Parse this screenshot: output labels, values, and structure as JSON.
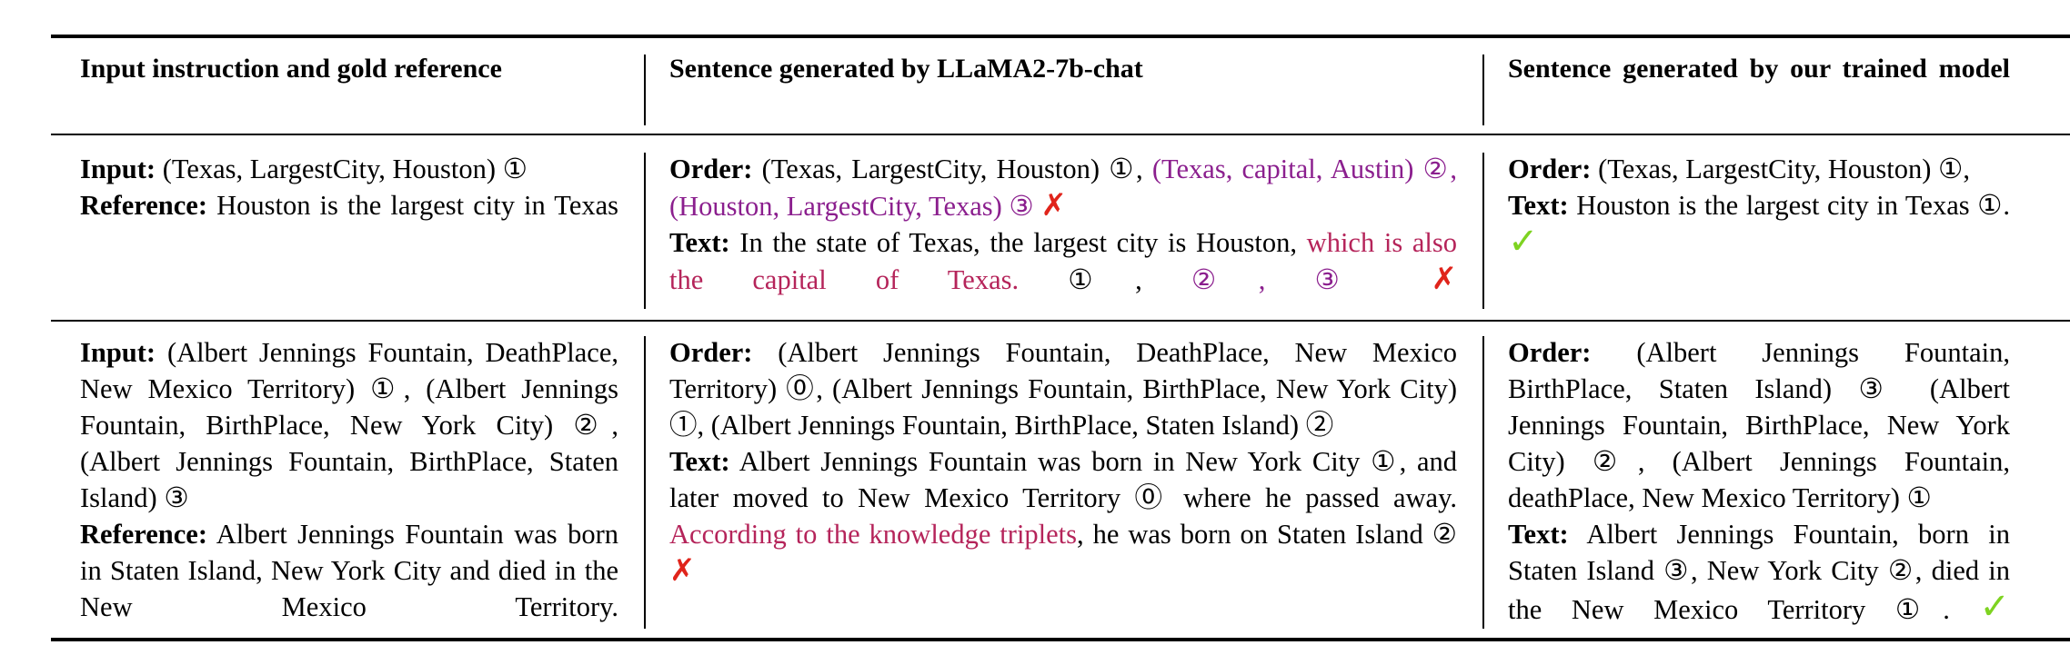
{
  "headers": {
    "col1": "Input instruction and gold reference",
    "col2": "Sentence generated by LLaMA2-7b-chat",
    "col3": "Sentence generated by our trained model"
  },
  "row1": {
    "col1": {
      "input_label": "Input:",
      "input_text": "(Texas, LargestCity, Houston) ①",
      "reference_label": "Reference:",
      "reference_text": "Houston is the largest city in Texas"
    },
    "col2": {
      "order_label": "Order:",
      "order_text_a": "(Texas, LargestCity, Houston) ①,",
      "order_text_b": "(Texas, capital, Austin) ②, (Houston, LargestCity, Texas) ③",
      "order_mark": "✗",
      "text_label": "Text:",
      "text_a": "In the state of Texas, the largest city is Houston,",
      "text_b": "which is also the capital of Texas.",
      "text_c": "①,",
      "text_d": "②, ③",
      "text_mark": "✗"
    },
    "col3": {
      "order_label": "Order:",
      "order_text": "(Texas, LargestCity, Houston) ①,",
      "text_label": "Text:",
      "text_a": "Houston is the largest city in Texas ①.",
      "text_mark": "✓"
    }
  },
  "row2": {
    "col1": {
      "input_label": "Input:",
      "input_text": "(Albert Jennings Fountain, DeathPlace, New Mexico Territory) ①, (Albert Jennings Fountain, BirthPlace, New York City) ②, (Albert Jennings Fountain, BirthPlace, Staten Island) ③",
      "reference_label": "Reference:",
      "reference_text": "Albert Jennings Fountain was born in Staten Island, New York City and died in the New Mexico Territory."
    },
    "col2": {
      "order_label": "Order:",
      "order_text": "(Albert Jennings Fountain, DeathPlace, New Mexico Territory) ⓪, (Albert Jennings Fountain, BirthPlace, New York City) ①, (Albert Jennings Fountain, BirthPlace, Staten Island) ②",
      "text_label": "Text:",
      "text_a": "Albert Jennings Fountain was born in New York City ①, and later moved to New Mexico Territory ⓪ where he passed away.",
      "text_b": "According to the knowledge triplets",
      "text_c": ", he was born on Staten Island ②",
      "text_mark": "✗"
    },
    "col3": {
      "order_label": "Order:",
      "order_text": "(Albert Jennings Fountain, BirthPlace, Staten Island) ③ (Albert Jennings Fountain, BirthPlace, New York City) ②, (Albert Jennings Fountain, deathPlace, New Mexico Territory) ①",
      "text_label": "Text:",
      "text_a": "Albert Jennings Fountain, born in Staten Island ③, New York City ②, died in the New Mexico Territory ①.",
      "text_mark": "✓"
    }
  }
}
